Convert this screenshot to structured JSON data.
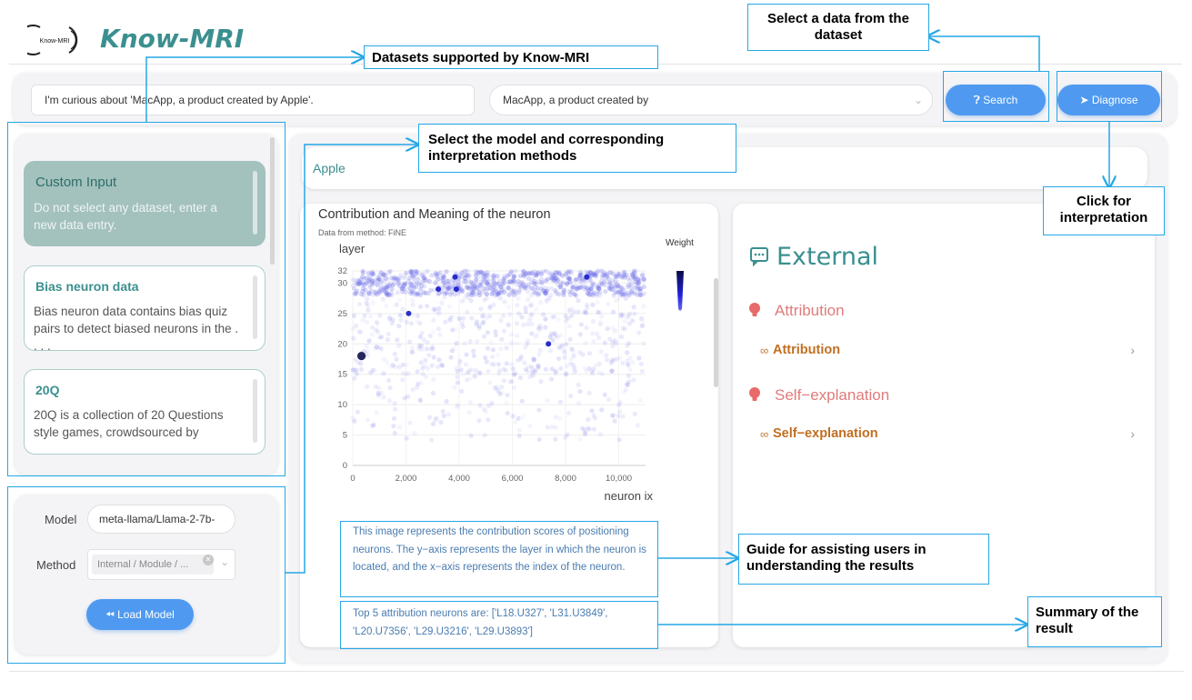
{
  "app": {
    "logo_text": "Know-MRI",
    "title": "Know-MRI"
  },
  "search": {
    "query_value": "I'm curious about 'MacApp, a product created by Apple'.",
    "prompt_value": "MacApp, a product created by",
    "search_label": "Search",
    "diagnose_label": "Diagnose"
  },
  "datasets": [
    {
      "title": "Custom Input",
      "desc": "Do not select any dataset, enter a new data entry.",
      "active": true
    },
    {
      "title": "Bias neuron data",
      "desc": "Bias neuron data  contains bias quiz pairs to detect biased neurons in the . . . .",
      "active": false
    },
    {
      "title": "20Q",
      "desc": "20Q is a collection of 20 Questions style games, crowdsourced by",
      "active": false
    }
  ],
  "model_panel": {
    "model_label": "Model",
    "model_value": "meta-llama/Llama-2-7b-",
    "method_label": "Method",
    "method_value": "Internal / Module / ...",
    "load_label": "Load Model"
  },
  "answer": "Apple",
  "chart_panel": {
    "title": "Contribution and Meaning of the neuron",
    "subtitle": "Data from method: FiNE",
    "weight_label": "Weight",
    "guide": "This image represents the contribution scores of positioning neurons. The y−axis represents the layer in which the neuron is located, and the x−axis represents the index of the neuron.",
    "summary": "Top 5 attribution neurons are: ['L18.U327', 'L31.U3849', 'L20.U7356', 'L29.U3216', 'L29.U3893']"
  },
  "chart_data": {
    "type": "scatter",
    "title": "Contribution and Meaning of the neuron",
    "xlabel": "neuron ix",
    "ylabel": "layer",
    "xlim": [
      0,
      11008
    ],
    "ylim": [
      0,
      32
    ],
    "xticks": [
      0,
      2000,
      4000,
      6000,
      8000,
      10000
    ],
    "xtick_labels": [
      "0",
      "2,000",
      "4,000",
      "6,000",
      "8,000",
      "10,000"
    ],
    "yticks": [
      0,
      5,
      10,
      15,
      20,
      25,
      30,
      32
    ],
    "legend": "Weight",
    "grid": true,
    "highlight_points": [
      {
        "x": 327,
        "y": 18
      },
      {
        "x": 3849,
        "y": 31
      },
      {
        "x": 7356,
        "y": 20
      },
      {
        "x": 3216,
        "y": 29
      },
      {
        "x": 3893,
        "y": 29
      },
      {
        "x": 8800,
        "y": 31
      },
      {
        "x": 2100,
        "y": 25
      }
    ]
  },
  "external": {
    "title": "External",
    "groups": [
      {
        "title": "Attribution",
        "link": "Attribution"
      },
      {
        "title": "Self−explanation",
        "link": "Self−explanation"
      }
    ]
  },
  "annotations": {
    "datasets": "Datasets supported by Know-MRI",
    "select_data": "Select a data from the dataset",
    "select_model": "Select the model and corresponding interpretation methods",
    "click_interp": "Click for interpretation",
    "guide": "Guide for assisting users in understanding the results",
    "summary": "Summary of the result"
  },
  "colors": {
    "accent": "#3b8f8f",
    "button": "#4f9af0",
    "annotation": "#25a7e6",
    "group_title": "#e07b7b",
    "link": "#c26f22"
  }
}
